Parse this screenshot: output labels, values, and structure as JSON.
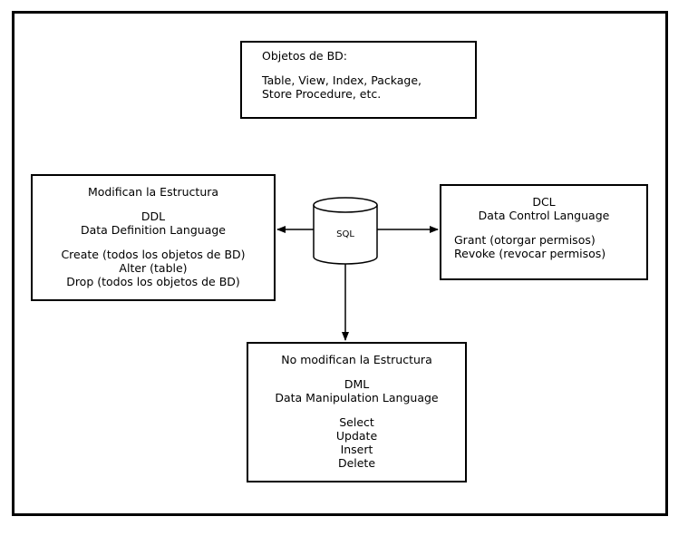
{
  "objetos": {
    "title": "Objetos de BD:",
    "line1": "Table, View, Index, Package,",
    "line2": "Store Procedure, etc."
  },
  "ddl": {
    "header": "Modifican la Estructura",
    "acronym": "DDL",
    "full_name": "Data Definition Language",
    "commands": [
      "Create (todos los objetos de BD)",
      "Alter (table)",
      "Drop (todos los objetos de BD)"
    ]
  },
  "dcl": {
    "acronym": "DCL",
    "full_name": "Data Control Language",
    "commands": [
      "Grant (otorgar permisos)",
      "Revoke (revocar permisos)"
    ]
  },
  "dml": {
    "header": "No modifican la Estructura",
    "acronym": "DML",
    "full_name": "Data Manipulation Language",
    "commands": [
      "Select",
      "Update",
      "Insert",
      "Delete"
    ]
  },
  "database": {
    "label": "SQL",
    "icon": "database-cylinder-icon"
  }
}
